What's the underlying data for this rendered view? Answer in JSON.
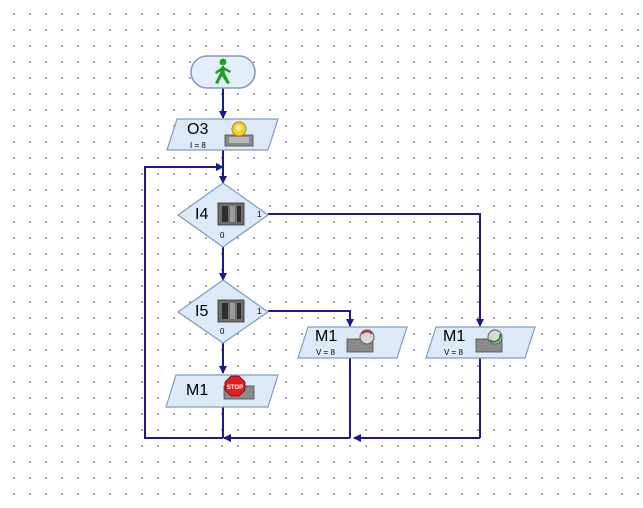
{
  "flowchart": {
    "start": {
      "icon": "green-walking-man-icon"
    },
    "output_o3": {
      "name": "O3",
      "param": "I = 8",
      "icon": "lamp-icon"
    },
    "input_i4": {
      "name": "I4",
      "branch_true": "1",
      "branch_false": "0",
      "icon": "switch-icon"
    },
    "input_i5": {
      "name": "I5",
      "branch_true": "1",
      "branch_false": "0",
      "icon": "switch-icon"
    },
    "motor_stop": {
      "name": "M1",
      "icon": "stop-sign-icon"
    },
    "motor_left": {
      "name": "M1",
      "param": "V = 8",
      "icon": "motor-rotate-left-icon"
    },
    "motor_right": {
      "name": "M1",
      "param": "V = 8",
      "icon": "motor-rotate-right-icon"
    }
  },
  "colors": {
    "line": "#1a1a8c",
    "block_fill": "#dce9f7",
    "block_stroke": "#7f9bbf",
    "start_fill": "#e3eefa",
    "walker": "#1fa01f"
  }
}
